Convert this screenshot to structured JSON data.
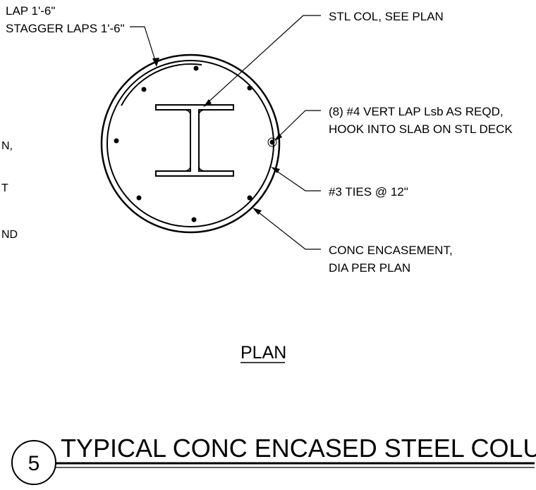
{
  "detail": {
    "number": "5",
    "title": "TYPICAL CONC ENCASED STEEL COLUMN",
    "view_label": "PLAN"
  },
  "notes": {
    "lap_line1": "LAP 1'-6\"",
    "lap_line2": "STAGGER LAPS 1'-6\"",
    "stl_col": "STL COL, SEE PLAN",
    "vert_bars_line1": "(8) #4 VERT LAP Lsb AS REQD,",
    "vert_bars_line2": "HOOK INTO SLAB ON STL DECK",
    "ties": "#3 TIES @ 12\"",
    "encasement_line1": "CONC ENCASEMENT,",
    "encasement_line2": "DIA PER PLAN"
  },
  "cut_off_left_text": {
    "fragment1": "N,",
    "fragment2": "T",
    "fragment3": "ND"
  }
}
